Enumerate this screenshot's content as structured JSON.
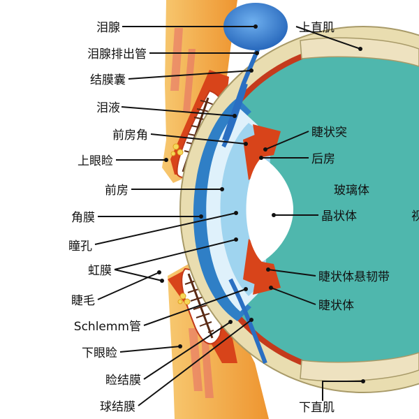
{
  "labels": {
    "lacrimal_gland": "泪腺",
    "lacrimal_duct": "泪腺排出管",
    "conjunctival_sac": "结膜囊",
    "tears": "泪液",
    "anterior_chamber_angle": "前房角",
    "upper_eyelid": "上眼睑",
    "anterior_chamber": "前房",
    "cornea": "角膜",
    "pupil": "瞳孔",
    "iris": "虹膜",
    "eyelash": "睫毛",
    "schlemm_canal": "Schlemm管",
    "lower_eyelid": "下眼睑",
    "palpebral_conjunctiva": "睑结膜",
    "bulbar_conjunctiva": "球结膜",
    "superior_rectus": "上直肌",
    "ciliary_process": "睫状突",
    "posterior_chamber": "后房",
    "vitreous_body": "玻璃体",
    "lens": "晶状体",
    "zonule": "睫状体悬韧带",
    "ciliary_body": "睫状体",
    "inferior_rectus": "下直肌",
    "edge_char": "视"
  },
  "colors": {
    "vitreous": "#4fb7ad",
    "retina_ring": "#c43a1c",
    "sclera": "#e9ddb0",
    "aqueous": "#9fd4ef",
    "cornea_edge": "#2f7fc6",
    "lid_skin": "#f2a43a",
    "lid_inner": "#d8441a",
    "gland": "#2a6fc2",
    "lens": "#ffffff",
    "line": "#111111"
  }
}
